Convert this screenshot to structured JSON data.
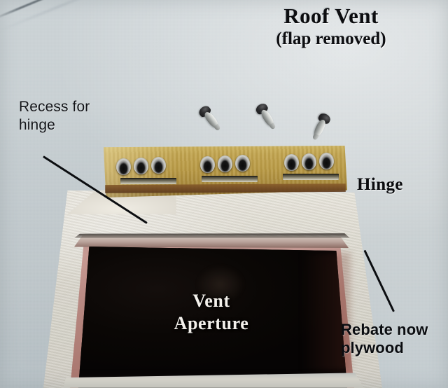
{
  "image": {
    "subject": "Roof Vent",
    "background_color": "#ccd2d4"
  },
  "title": {
    "main": "Roof Vent",
    "sub": "(flap removed)"
  },
  "annotations": [
    {
      "id": "recess-for-hinge",
      "text": "Recess for\nhinge",
      "style": "sans",
      "color": "#111317"
    },
    {
      "id": "hinge",
      "text": "Hinge",
      "style": "serif-bold",
      "color": "#0a0b0e"
    },
    {
      "id": "vent-aperture",
      "text": "Vent\nAperture",
      "style": "white-serif-bold",
      "color": "#f4f1ec"
    },
    {
      "id": "rebate-now-plywood",
      "text": "Rebate now\nplywood",
      "style": "sans-bold",
      "color": "#0a0c10"
    }
  ],
  "parts": {
    "hinge_strip": {
      "name": "brass hinge strip",
      "color": "#b99a45",
      "screw_hole_groups": 3,
      "holes_per_group": 3,
      "knuckle_slots": 3
    },
    "loose_screws": {
      "name": "countersunk screws",
      "count": 3
    },
    "surround": {
      "name": "moulded white surround",
      "color": "#ded9cf"
    },
    "rebate": {
      "name": "rebate now plywood",
      "color": "#b9928e"
    },
    "aperture": {
      "name": "vent aperture",
      "color": "#0a0705"
    }
  }
}
